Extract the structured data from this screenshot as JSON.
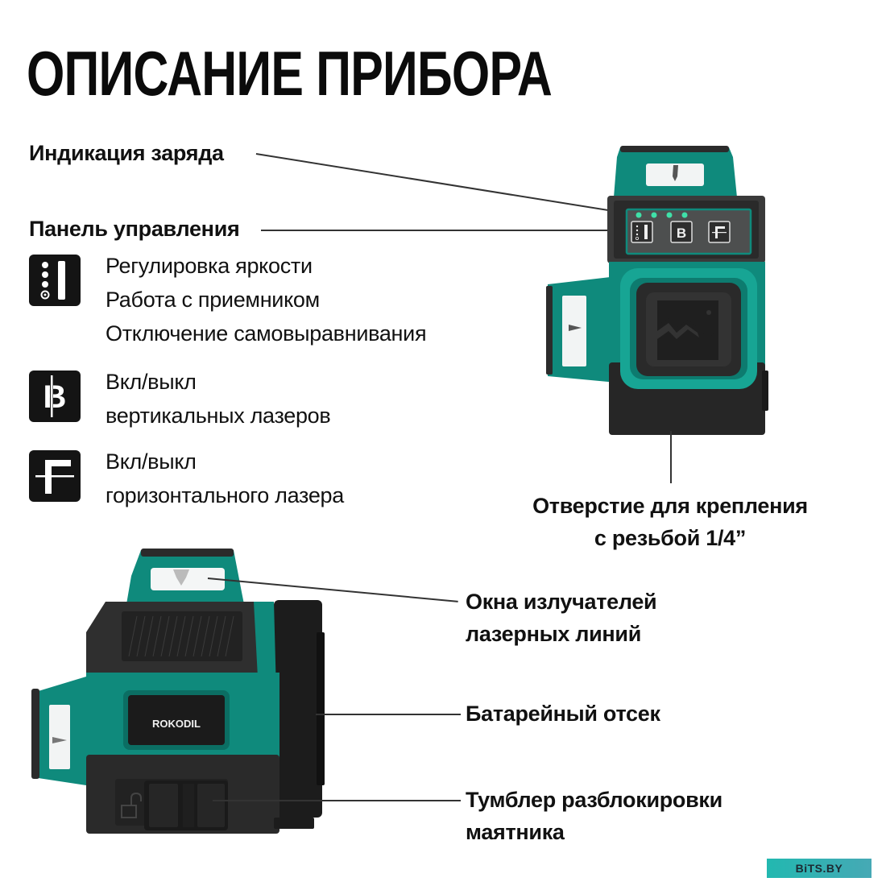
{
  "page": {
    "title": "ОПИСАНИЕ ПРИБОРА"
  },
  "callouts": {
    "charge_indicator": "Индикация заряда",
    "control_panel": "Панель управления",
    "mount_hole": {
      "line1": "Отверстие для крепления",
      "line2": "с резьбой 1/4”"
    },
    "laser_windows": {
      "line1": "Окна излучателей",
      "line2": "лазерных линий"
    },
    "battery": "Батарейный отсек",
    "pendulum_lock": {
      "line1": "Тумблер разблокировки",
      "line2": "маятника"
    }
  },
  "panel_buttons": [
    {
      "icon": "brightness-receiver-icon",
      "lines": [
        "Регулировка яркости",
        "Работа с приемником",
        "Отключение самовыравнивания"
      ]
    },
    {
      "icon": "vertical-lasers-icon",
      "lines": [
        "Вкл/выкл",
        "вертикальных лазеров"
      ]
    },
    {
      "icon": "horizontal-laser-icon",
      "lines": [
        "Вкл/выкл",
        "горизонтального лазера"
      ]
    }
  ],
  "device": {
    "brand": "ROKODIL",
    "led_count": 4,
    "colors": {
      "teal": "#0f8a7c",
      "teal_light": "#17a594",
      "dark": "#2b2b2b",
      "darker": "#1a1a1a",
      "led": "#3fe0a8"
    }
  },
  "watermark": "BiTS.BY"
}
